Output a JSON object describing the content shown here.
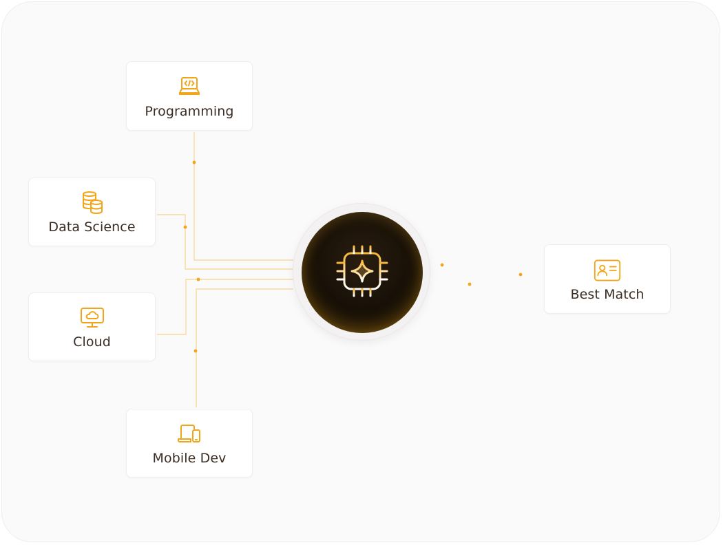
{
  "diagram": {
    "center": {
      "icon": "ai-chip-sparkle-icon"
    },
    "inputs": [
      {
        "id": "programming",
        "label": "Programming",
        "icon": "laptop-code-icon"
      },
      {
        "id": "data_science",
        "label": "Data Science",
        "icon": "database-icon"
      },
      {
        "id": "cloud",
        "label": "Cloud",
        "icon": "cloud-monitor-icon"
      },
      {
        "id": "mobile_dev",
        "label": "Mobile Dev",
        "icon": "laptop-phone-icon"
      }
    ],
    "output": {
      "label": "Best Match",
      "icon": "id-card-icon"
    }
  },
  "colors": {
    "accent": "#f2a516",
    "accent_light": "#f7d48a",
    "label_text": "#3a2c22",
    "hub_dark": "#140d06",
    "background": "#fbfafb"
  }
}
